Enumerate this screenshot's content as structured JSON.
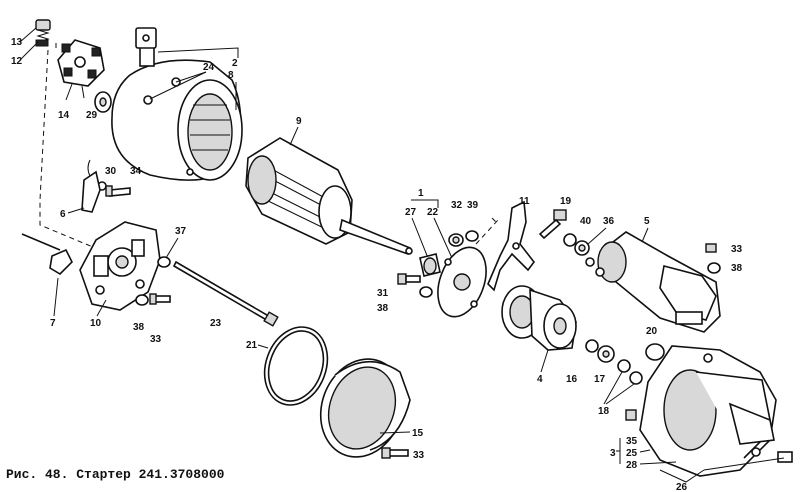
{
  "caption": "Рис. 48. Стартер 241.3708000",
  "labels": {
    "l13": "13",
    "l12": "12",
    "l14": "14",
    "l29": "29",
    "l24": "24",
    "l2": "2",
    "l8": "8",
    "l9": "9",
    "l30": "30",
    "l34": "34",
    "l6": "6",
    "l7": "7",
    "l10": "10",
    "l37": "37",
    "l38a": "38",
    "l33a": "33",
    "l23": "23",
    "l21": "21",
    "l1": "1",
    "l27": "27",
    "l22": "22",
    "l32": "32",
    "l39": "39",
    "l11": "11",
    "l31": "31",
    "l38b": "38",
    "l19": "19",
    "l40": "40",
    "l36": "36",
    "l5": "5",
    "l33b": "33",
    "l38c": "38",
    "l4": "4",
    "l16": "16",
    "l17": "17",
    "l18": "18",
    "l20": "20",
    "l15": "15",
    "l33c": "33",
    "l35": "35",
    "l3": "3",
    "l25": "25",
    "l28": "28",
    "l26": "26"
  }
}
